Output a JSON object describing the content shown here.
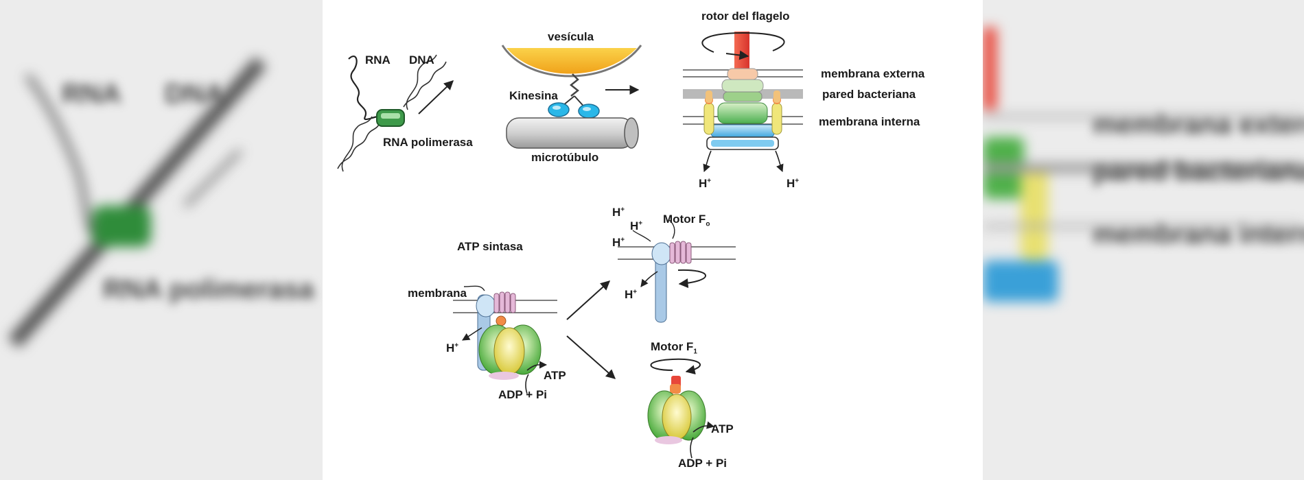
{
  "labels": {
    "rna": "RNA",
    "dna": "DNA",
    "rna_polymerase": "RNA polimerasa",
    "vesicle": "vesícula",
    "kinesin": "Kinesina",
    "microtubule": "microtúbulo",
    "flagellum_rotor": "rotor del flagelo",
    "outer_membrane": "membrana externa",
    "bacterial_wall": "pared bacteriana",
    "inner_membrane": "membrana interna",
    "h_plus": "H",
    "plus_sign": "+",
    "atp_synthase": "ATP sintasa",
    "membrane": "membrana",
    "atp": "ATP",
    "adp_pi": "ADP + Pi",
    "motor_f": "Motor F",
    "sub_o": "o",
    "sub_1": "1"
  },
  "colors": {
    "vesicle": "#f5b21f",
    "polymerase": "#3e9a4a",
    "kinesin_head": "#2ab7e8",
    "microtubule": "#cfcfcf",
    "rotor": "#e8473a",
    "rotor_green": "#5cbf5a",
    "rotor_blue": "#6fc3ea",
    "f1_green": "#6cc04a",
    "f1_yellow": "#f2e65b",
    "fo_blue": "#a9c9e6",
    "fo_pink": "#e5b8d8",
    "stalk_orange": "#f28b46"
  }
}
